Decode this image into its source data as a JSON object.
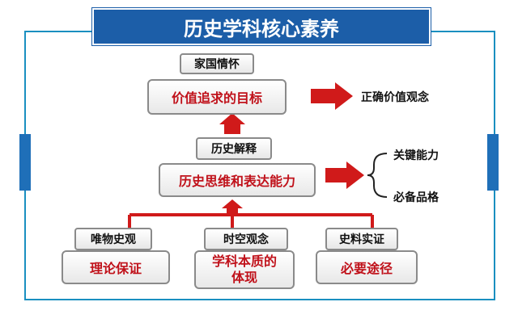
{
  "title": "历史学科核心素养",
  "top": {
    "label": "家国情怀",
    "box": "价值追求的目标",
    "result": "正确价值观念"
  },
  "middle": {
    "label": "历史解释",
    "box": "历史思维和表达能力",
    "results": [
      "关键能力",
      "必备品格"
    ]
  },
  "bottom": [
    {
      "label": "唯物史观",
      "box": "理论保证"
    },
    {
      "label": "时空观念",
      "box_line1": "学科本质的",
      "box_line2": "体现"
    },
    {
      "label": "史料实证",
      "box": "必要途径"
    }
  ],
  "colors": {
    "frame": "#1a8fc0",
    "title_bg": "#1c5ea8",
    "arrow": "#d01a1a",
    "text_red": "#c0111a"
  }
}
